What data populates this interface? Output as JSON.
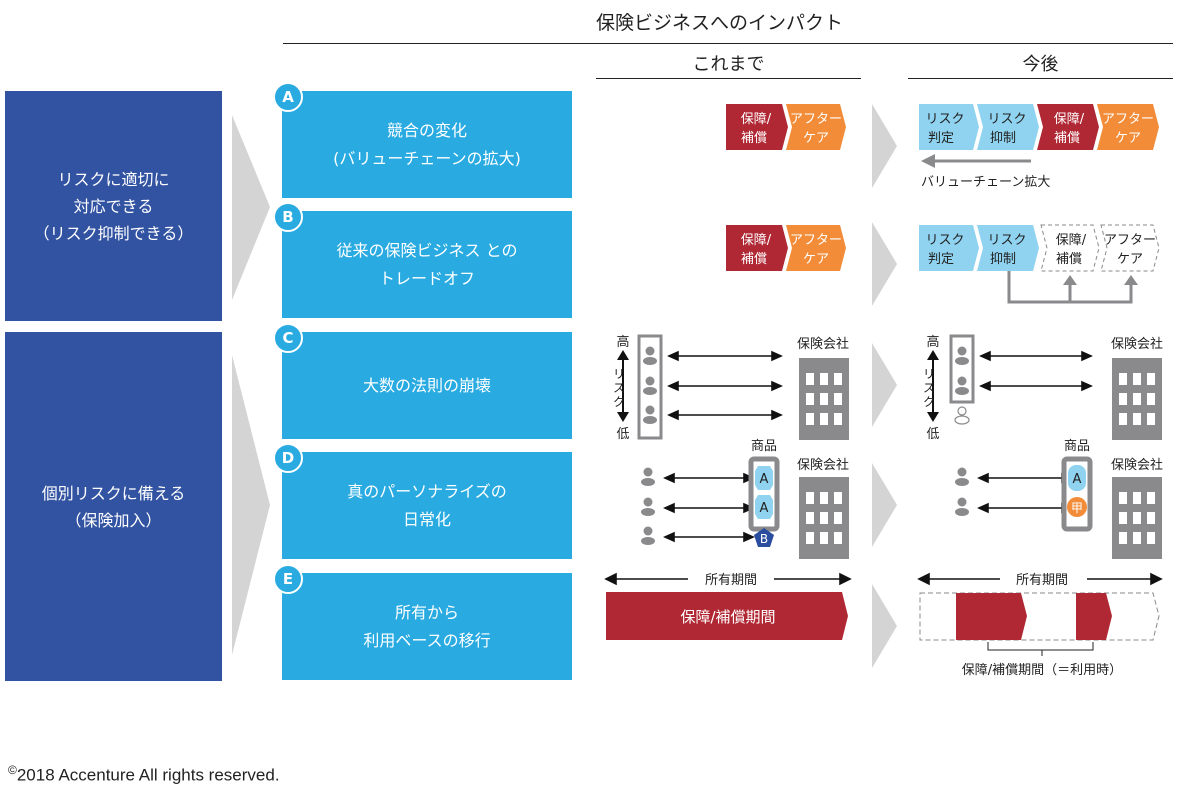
{
  "header": {
    "title": "保険ビジネスへのインパクト",
    "col_before": "これまで",
    "col_after": "今後"
  },
  "left_groups": [
    {
      "lines": [
        "リスクに適切に",
        "対応できる",
        "（リスク抑制できる）"
      ]
    },
    {
      "lines": [
        "個別リスクに備える",
        "（保険加入）"
      ]
    }
  ],
  "factors": [
    {
      "badge": "A",
      "lines": [
        "競合の変化",
        "(バリューチェーンの拡大)"
      ]
    },
    {
      "badge": "B",
      "lines": [
        "従来の保険ビジネス との",
        "トレードオフ"
      ]
    },
    {
      "badge": "C",
      "lines": [
        "大数の法則の崩壊"
      ]
    },
    {
      "badge": "D",
      "lines": [
        "真のパーソナライズの",
        "日常化"
      ]
    },
    {
      "badge": "E",
      "lines": [
        "所有から",
        "利用ベースの移行"
      ]
    }
  ],
  "chain": {
    "risk_assess": [
      "リスク",
      "判定"
    ],
    "risk_control": [
      "リスク",
      "抑制"
    ],
    "compensation": [
      "保障/",
      "補償"
    ],
    "aftercare": [
      "アフター",
      "ケア"
    ],
    "value_chain_label": "バリューチェーン拡大"
  },
  "risk_diagram": {
    "high": "高",
    "low": "低",
    "risk": [
      "リ",
      "ス",
      "ク"
    ],
    "insurer": "保険会社",
    "product": "商品",
    "product_a": "A",
    "product_b": "B",
    "product_kou": "甲"
  },
  "ownership": {
    "ownership_period": "所有期間",
    "coverage_period": "保障/補償期間",
    "coverage_usage": "保障/補償期間（＝利用時）"
  },
  "colors": {
    "navy": "#3253a2",
    "cyan": "#29abe2",
    "light_blue": "#8fd3f0",
    "red": "#b02834",
    "orange": "#f28c38",
    "gray": "#8a8a8c",
    "chevron_gray": "#d4d4d4"
  },
  "footer": {
    "copyright_symbol": "©",
    "copyright": "2018 Accenture All rights reserved."
  }
}
